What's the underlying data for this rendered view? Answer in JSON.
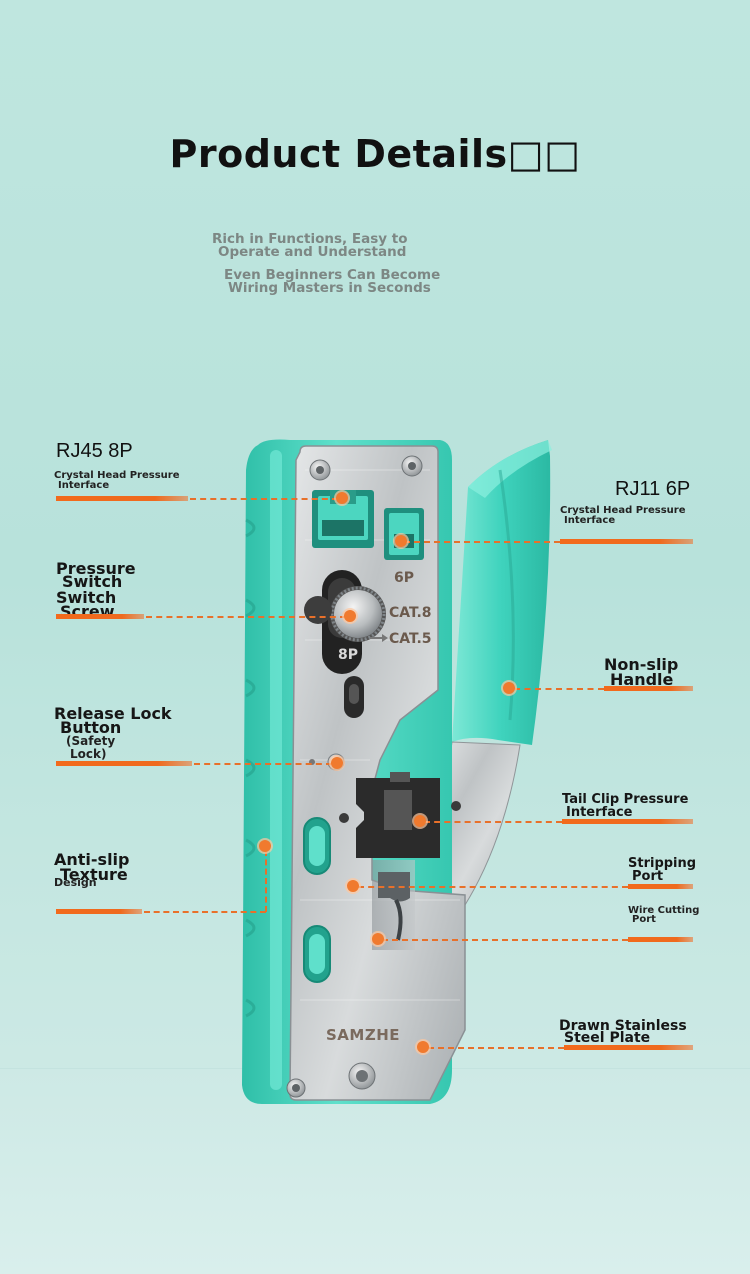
{
  "title": "Product Details□□",
  "subtitle": {
    "line1": "Rich in Functions, Easy to",
    "line2": "Operate and Understand",
    "line3": "Even Beginners Can Become",
    "line4": "Wiring Masters in Seconds"
  },
  "callouts": {
    "rj45_title": "RJ45 8P",
    "rj45_sub1": "Crystal Head Pressure",
    "rj45_sub2": "Interface",
    "rj11_title": "RJ11 6P",
    "rj11_sub1": "Crystal Head Pressure",
    "rj11_sub2": "Interface",
    "pressure_1": "Pressure",
    "pressure_2": "Switch",
    "pressure_3": "Switch",
    "pressure_4": "Screw",
    "nonslip_1": "Non-slip",
    "nonslip_2": "Handle",
    "release_1": "Release Lock",
    "release_2": "Button",
    "release_3": "(Safety",
    "release_4": "Lock)",
    "tailclip_1": "Tail Clip Pressure",
    "tailclip_2": "Interface",
    "antislip_1": "Anti-slip",
    "antislip_2": "Texture",
    "antislip_3": "Design",
    "stripping_1": "Stripping",
    "stripping_2": "Port",
    "wirecut_1": "Wire Cutting",
    "wirecut_2": "Port",
    "drawn_1": "Drawn Stainless",
    "drawn_2": "Steel Plate"
  },
  "tool": {
    "label_6p": "6P",
    "label_8p": "8P",
    "label_cat8": "CAT.8",
    "label_cat5": "CAT.5",
    "brand": "SAMZHE"
  },
  "colors": {
    "accent": "#f26a1c",
    "teal": "#3fd3bd",
    "steel": "#c9ccce"
  }
}
